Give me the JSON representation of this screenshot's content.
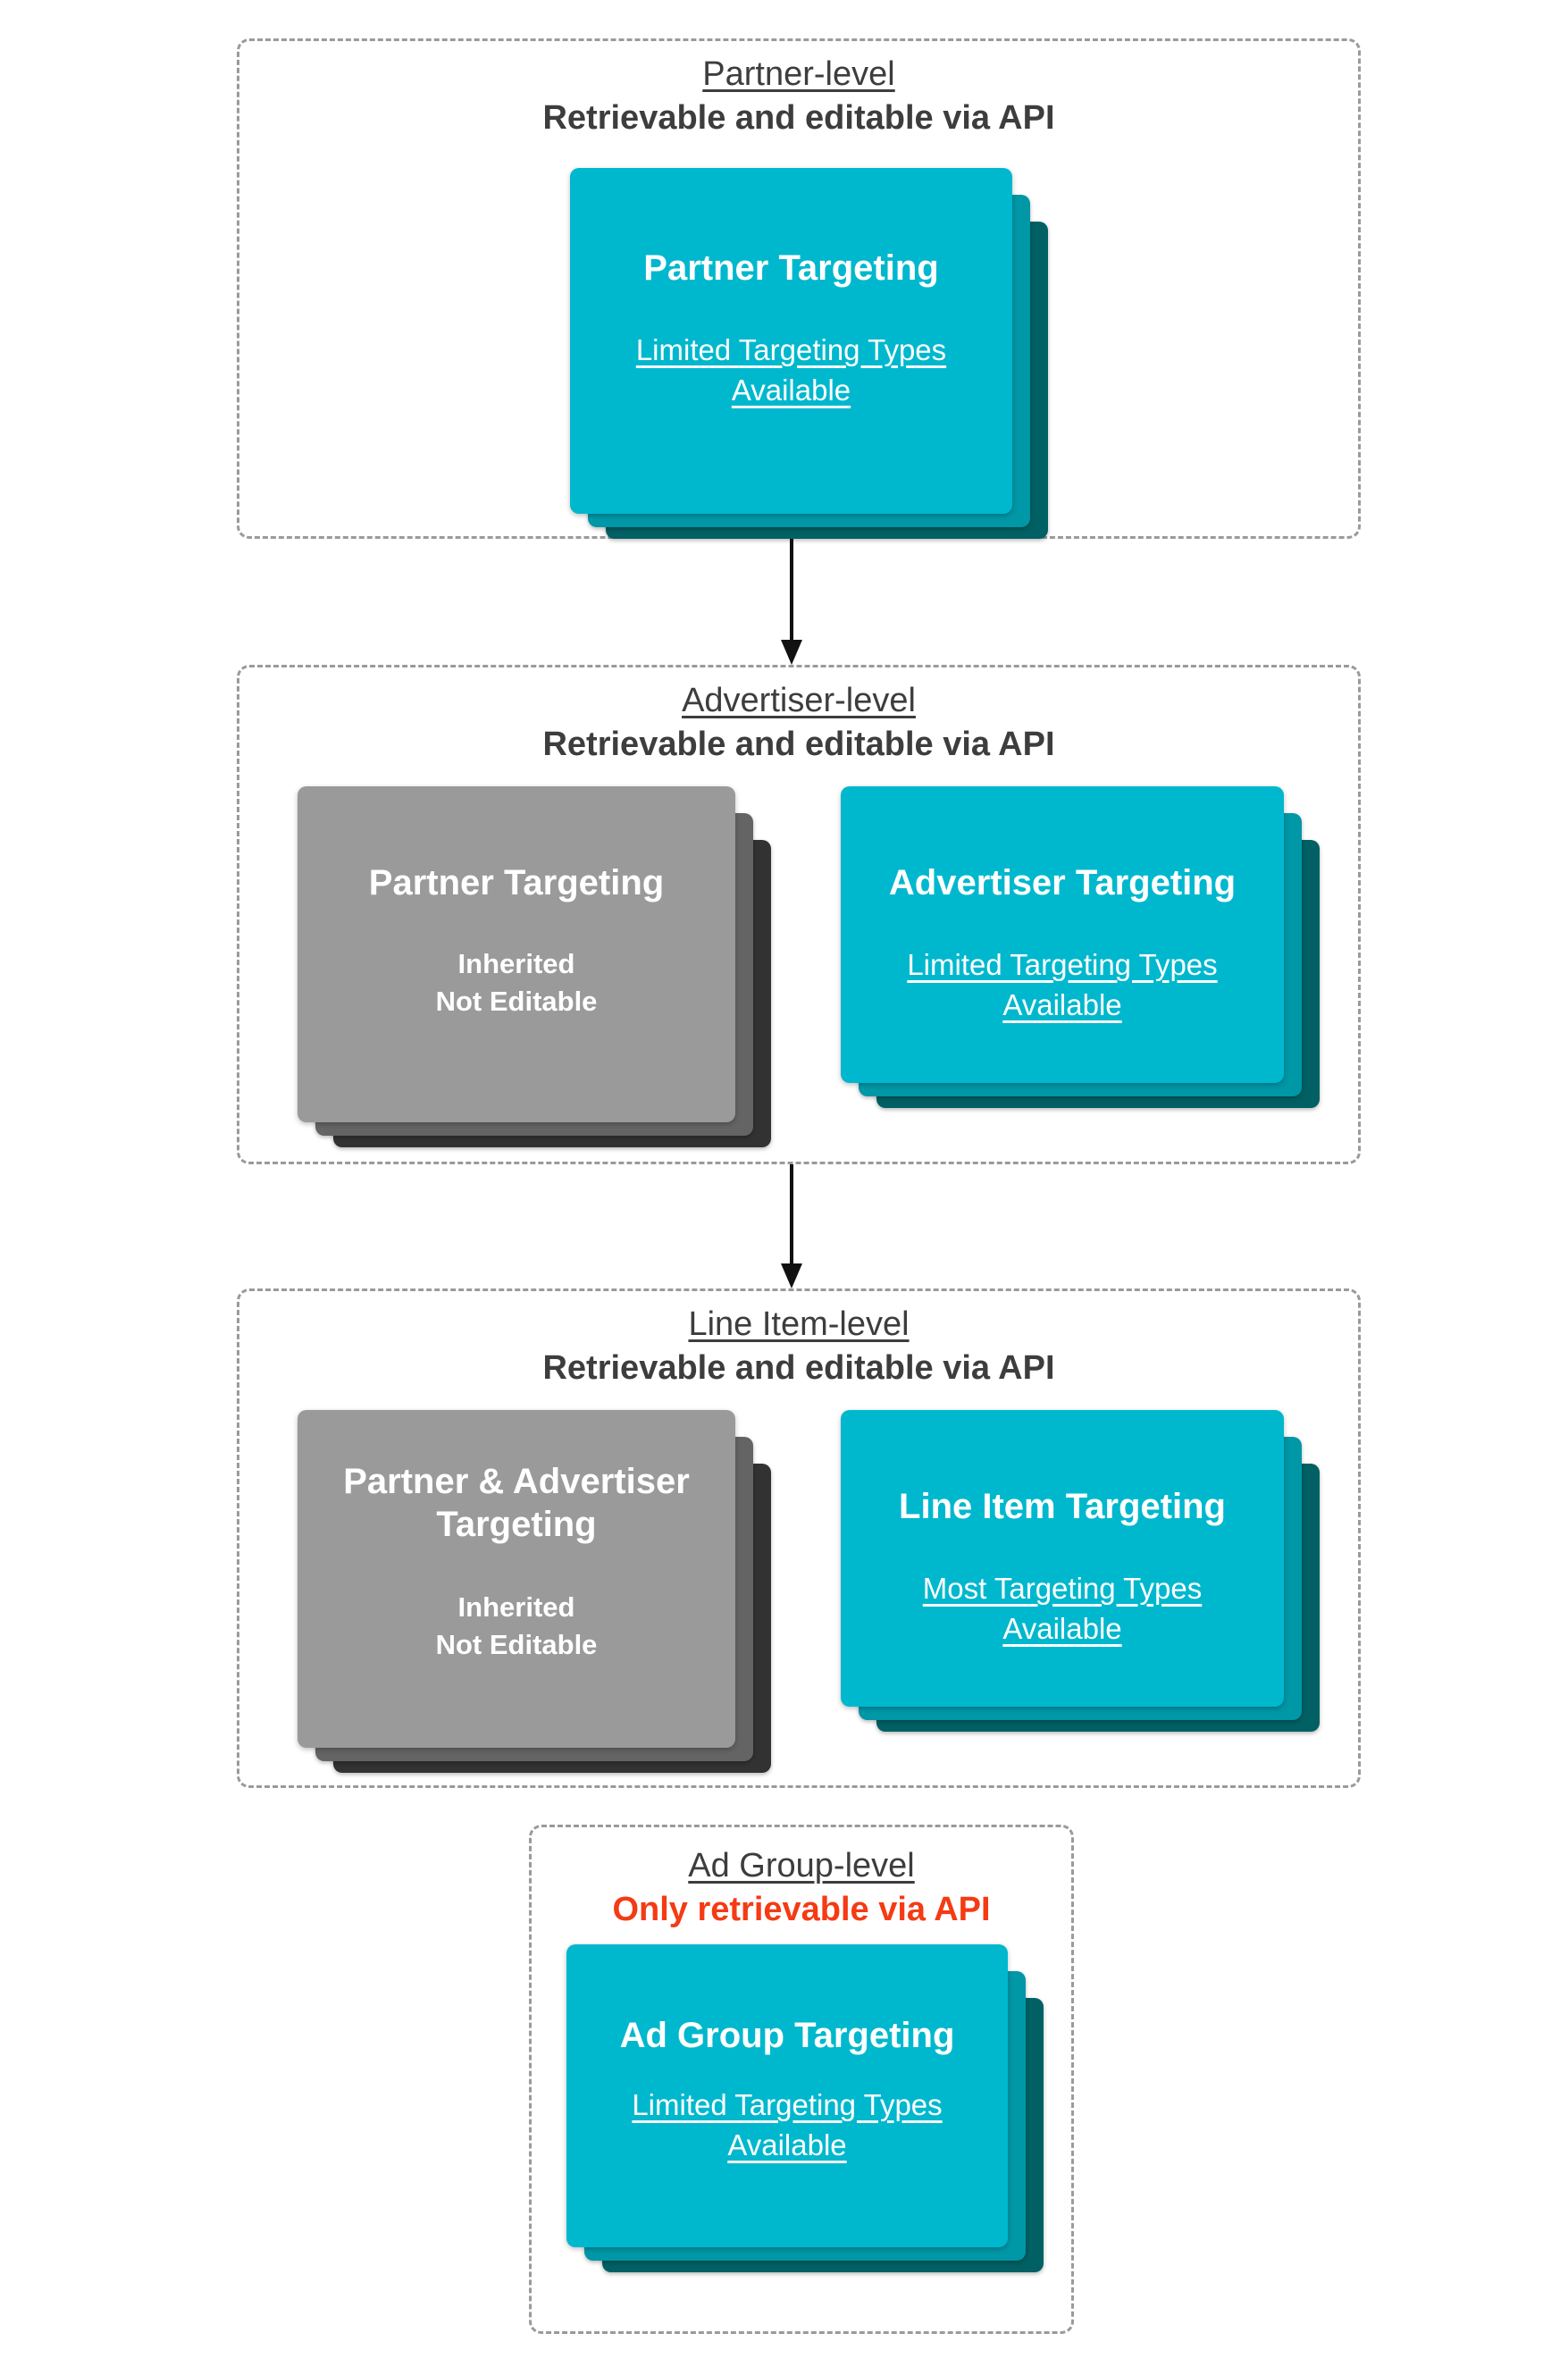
{
  "colors": {
    "teal_front": "#00b8ce",
    "teal_mid": "#0097a7",
    "teal_back": "#006064",
    "gray_front": "#9a9a9a",
    "gray_mid": "#646464",
    "gray_back": "#323232",
    "header_text": "#3d3d3d",
    "alert_red": "#f43b14",
    "border_gray": "#9a9a9a",
    "arrow_black": "#111111"
  },
  "sections": [
    {
      "id": "partner-level",
      "title": "Partner-level",
      "subtitle": "Retrievable and editable via API",
      "cards": [
        {
          "style": "teal",
          "title": "Partner Targeting",
          "subtitle": "Limited Targeting Types Available"
        }
      ]
    },
    {
      "id": "advertiser-level",
      "title": "Advertiser-level",
      "subtitle": "Retrievable and editable via API",
      "cards": [
        {
          "style": "gray",
          "title": "Partner Targeting",
          "lines": [
            "Inherited",
            "Not Editable"
          ]
        },
        {
          "style": "teal",
          "title": "Advertiser Targeting",
          "subtitle": "Limited Targeting Types Available"
        }
      ]
    },
    {
      "id": "line-item-level",
      "title": "Line Item-level",
      "subtitle": "Retrievable and editable via API",
      "cards": [
        {
          "style": "gray",
          "title": "Partner & Advertiser Targeting",
          "lines": [
            "Inherited",
            "Not Editable"
          ]
        },
        {
          "style": "teal",
          "title": "Line Item Targeting",
          "subtitle": "Most Targeting Types Available"
        }
      ]
    },
    {
      "id": "ad-group-level",
      "title": "Ad Group-level",
      "subtitle": "Only retrievable via API",
      "subtitle_is_alert": true,
      "cards": [
        {
          "style": "teal",
          "title": "Ad Group Targeting",
          "subtitle": "Limited Targeting Types Available"
        }
      ]
    }
  ]
}
